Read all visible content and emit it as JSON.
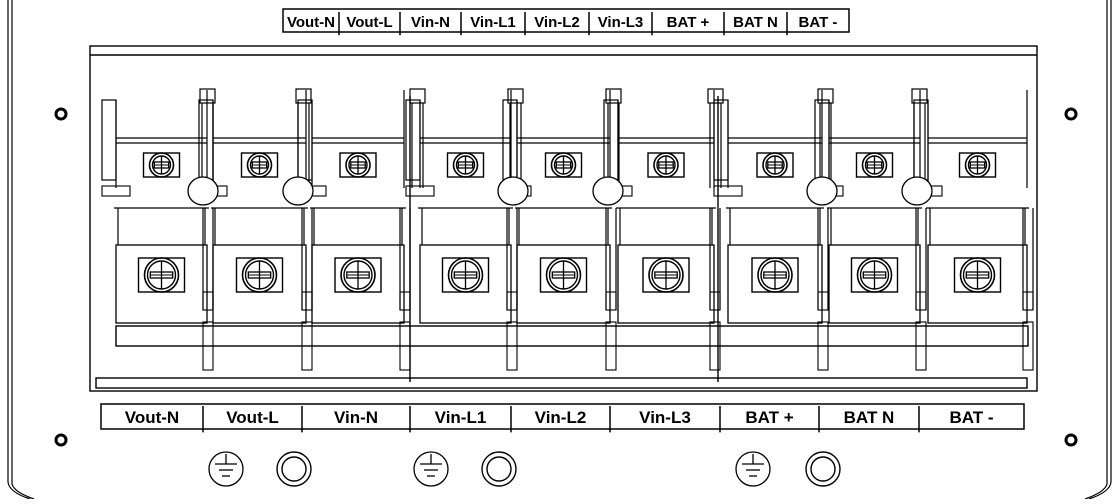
{
  "top_labels": [
    "Vout-N",
    "Vout-L",
    "Vin-N",
    "Vin-L1",
    "Vin-L2",
    "Vin-L3",
    "BAT +",
    "BAT N",
    "BAT -"
  ],
  "bottom_labels": [
    "Vout-N",
    "Vout-L",
    "Vin-N",
    "Vin-L1",
    "Vin-L2",
    "Vin-L3",
    "BAT +",
    "BAT N",
    "BAT -"
  ],
  "terminal_groups": [
    {
      "terminals": [
        "Vout-N",
        "Vout-L",
        "Vin-N"
      ]
    },
    {
      "terminals": [
        "Vin-L1",
        "Vin-L2",
        "Vin-L3"
      ]
    },
    {
      "terminals": [
        "BAT +",
        "BAT N",
        "BAT -"
      ]
    }
  ],
  "ground_symbols": [
    {
      "icon": "earth-ground-icon"
    },
    {
      "icon": "earth-ground-icon"
    },
    {
      "icon": "earth-ground-icon"
    }
  ],
  "stroke_color": "#000000",
  "background_color": "#ffffff"
}
